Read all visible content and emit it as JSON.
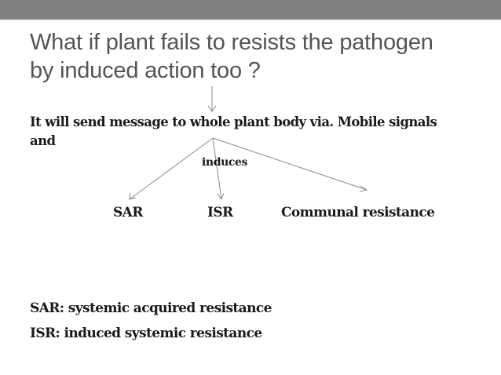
{
  "slide": {
    "title_line1": "What if plant  fails to resists the pathogen",
    "title_line2": "by induced action too ?",
    "message_line1": "It will send message to whole plant body  via. Mobile signals",
    "message_line2": "and",
    "edge_label": "induces",
    "nodes": {
      "sar": "SAR",
      "isr": "ISR",
      "communal": "Communal resistance"
    },
    "definitions": {
      "sar": "SAR: systemic acquired resistance",
      "isr": "ISR:   induced systemic resistance"
    }
  },
  "colors": {
    "top_bar": "#808080",
    "title": "#545454",
    "body_text": "#1a1a1a",
    "arrow": "#8a8a8a"
  }
}
